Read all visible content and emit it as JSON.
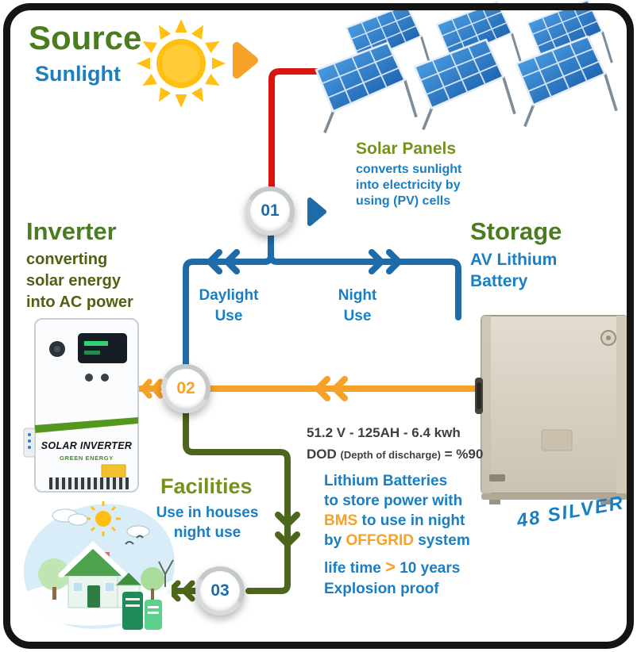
{
  "palette": {
    "green": "#4a7d1f",
    "olive": "#74921c",
    "olive_dark": "#4f6213",
    "blue": "#1a7ec2",
    "line_blue": "#1d6ba8",
    "orange": "#f6a127",
    "red": "#d9150f",
    "dark": "#3b4045"
  },
  "source": {
    "title": "Source",
    "subtitle": "Sunlight"
  },
  "solar": {
    "title": "Solar Panels",
    "desc1": "converts sunlight",
    "desc2": "into electricity by",
    "desc3": "using (PV) cells"
  },
  "steps": {
    "one": "01",
    "two": "02",
    "three": "03"
  },
  "flowlabels": {
    "daylight1": "Daylight",
    "daylight2": "Use",
    "night1": "Night",
    "night2": "Use"
  },
  "inverter": {
    "title": "Inverter",
    "desc1": "converting",
    "desc2": "solar energy",
    "desc3": "into AC power",
    "device_label": "SOLAR INVERTER",
    "device_brand": "GREEN ENERGY"
  },
  "storage": {
    "title": "Storage",
    "sub1": "AV Lithium",
    "sub2": "Battery",
    "product_label": "48 SILVER"
  },
  "specs": {
    "line1": "51.2 V - 125AH - 6.4 kwh",
    "dod": "DOD",
    "dod_paren": "(Depth of discharge)",
    "dod_eq": "= %90"
  },
  "facilities": {
    "title": "Facilities",
    "desc1": "Use in houses",
    "desc2": "night use"
  },
  "battery_notes": {
    "l1": "Lithium Batteries",
    "l2": "to store power with",
    "l3_hl": "BMS",
    "l3_rest": " to use in night",
    "l4_pre": "by ",
    "l4_hl": "OFFGRID",
    "l4_rest": " system",
    "l5_pre": "life time ",
    "l5_hl": ">",
    "l5_rest": " 10 years",
    "l6": "Explosion proof"
  }
}
